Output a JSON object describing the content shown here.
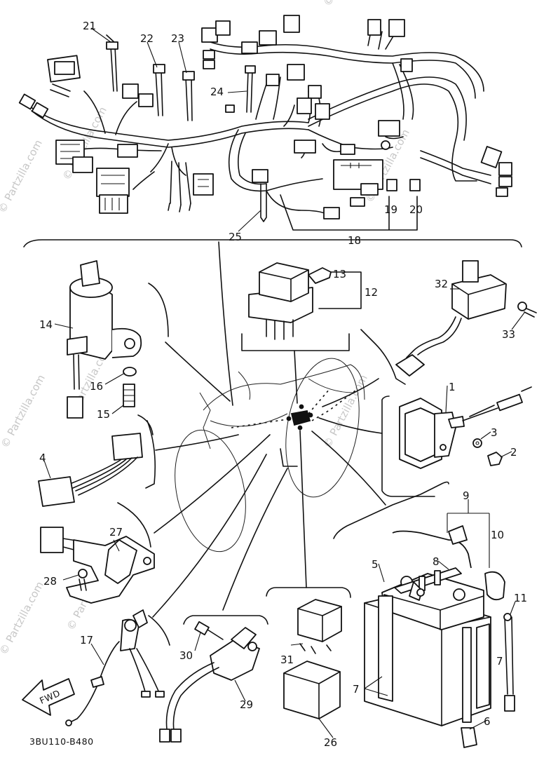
{
  "diagram": {
    "watermark": "© Partzilla.com",
    "diagram_code": "3BU110-B480",
    "direction_arrow_label": "FWD",
    "callouts": [
      "1",
      "2",
      "3",
      "4",
      "5",
      "6",
      "7",
      "8",
      "9",
      "10",
      "11",
      "12",
      "13",
      "14",
      "15",
      "16",
      "17",
      "18",
      "19",
      "20",
      "21",
      "22",
      "23",
      "24",
      "25",
      "26",
      "27",
      "28",
      "29",
      "30",
      "31",
      "32",
      "33"
    ]
  }
}
